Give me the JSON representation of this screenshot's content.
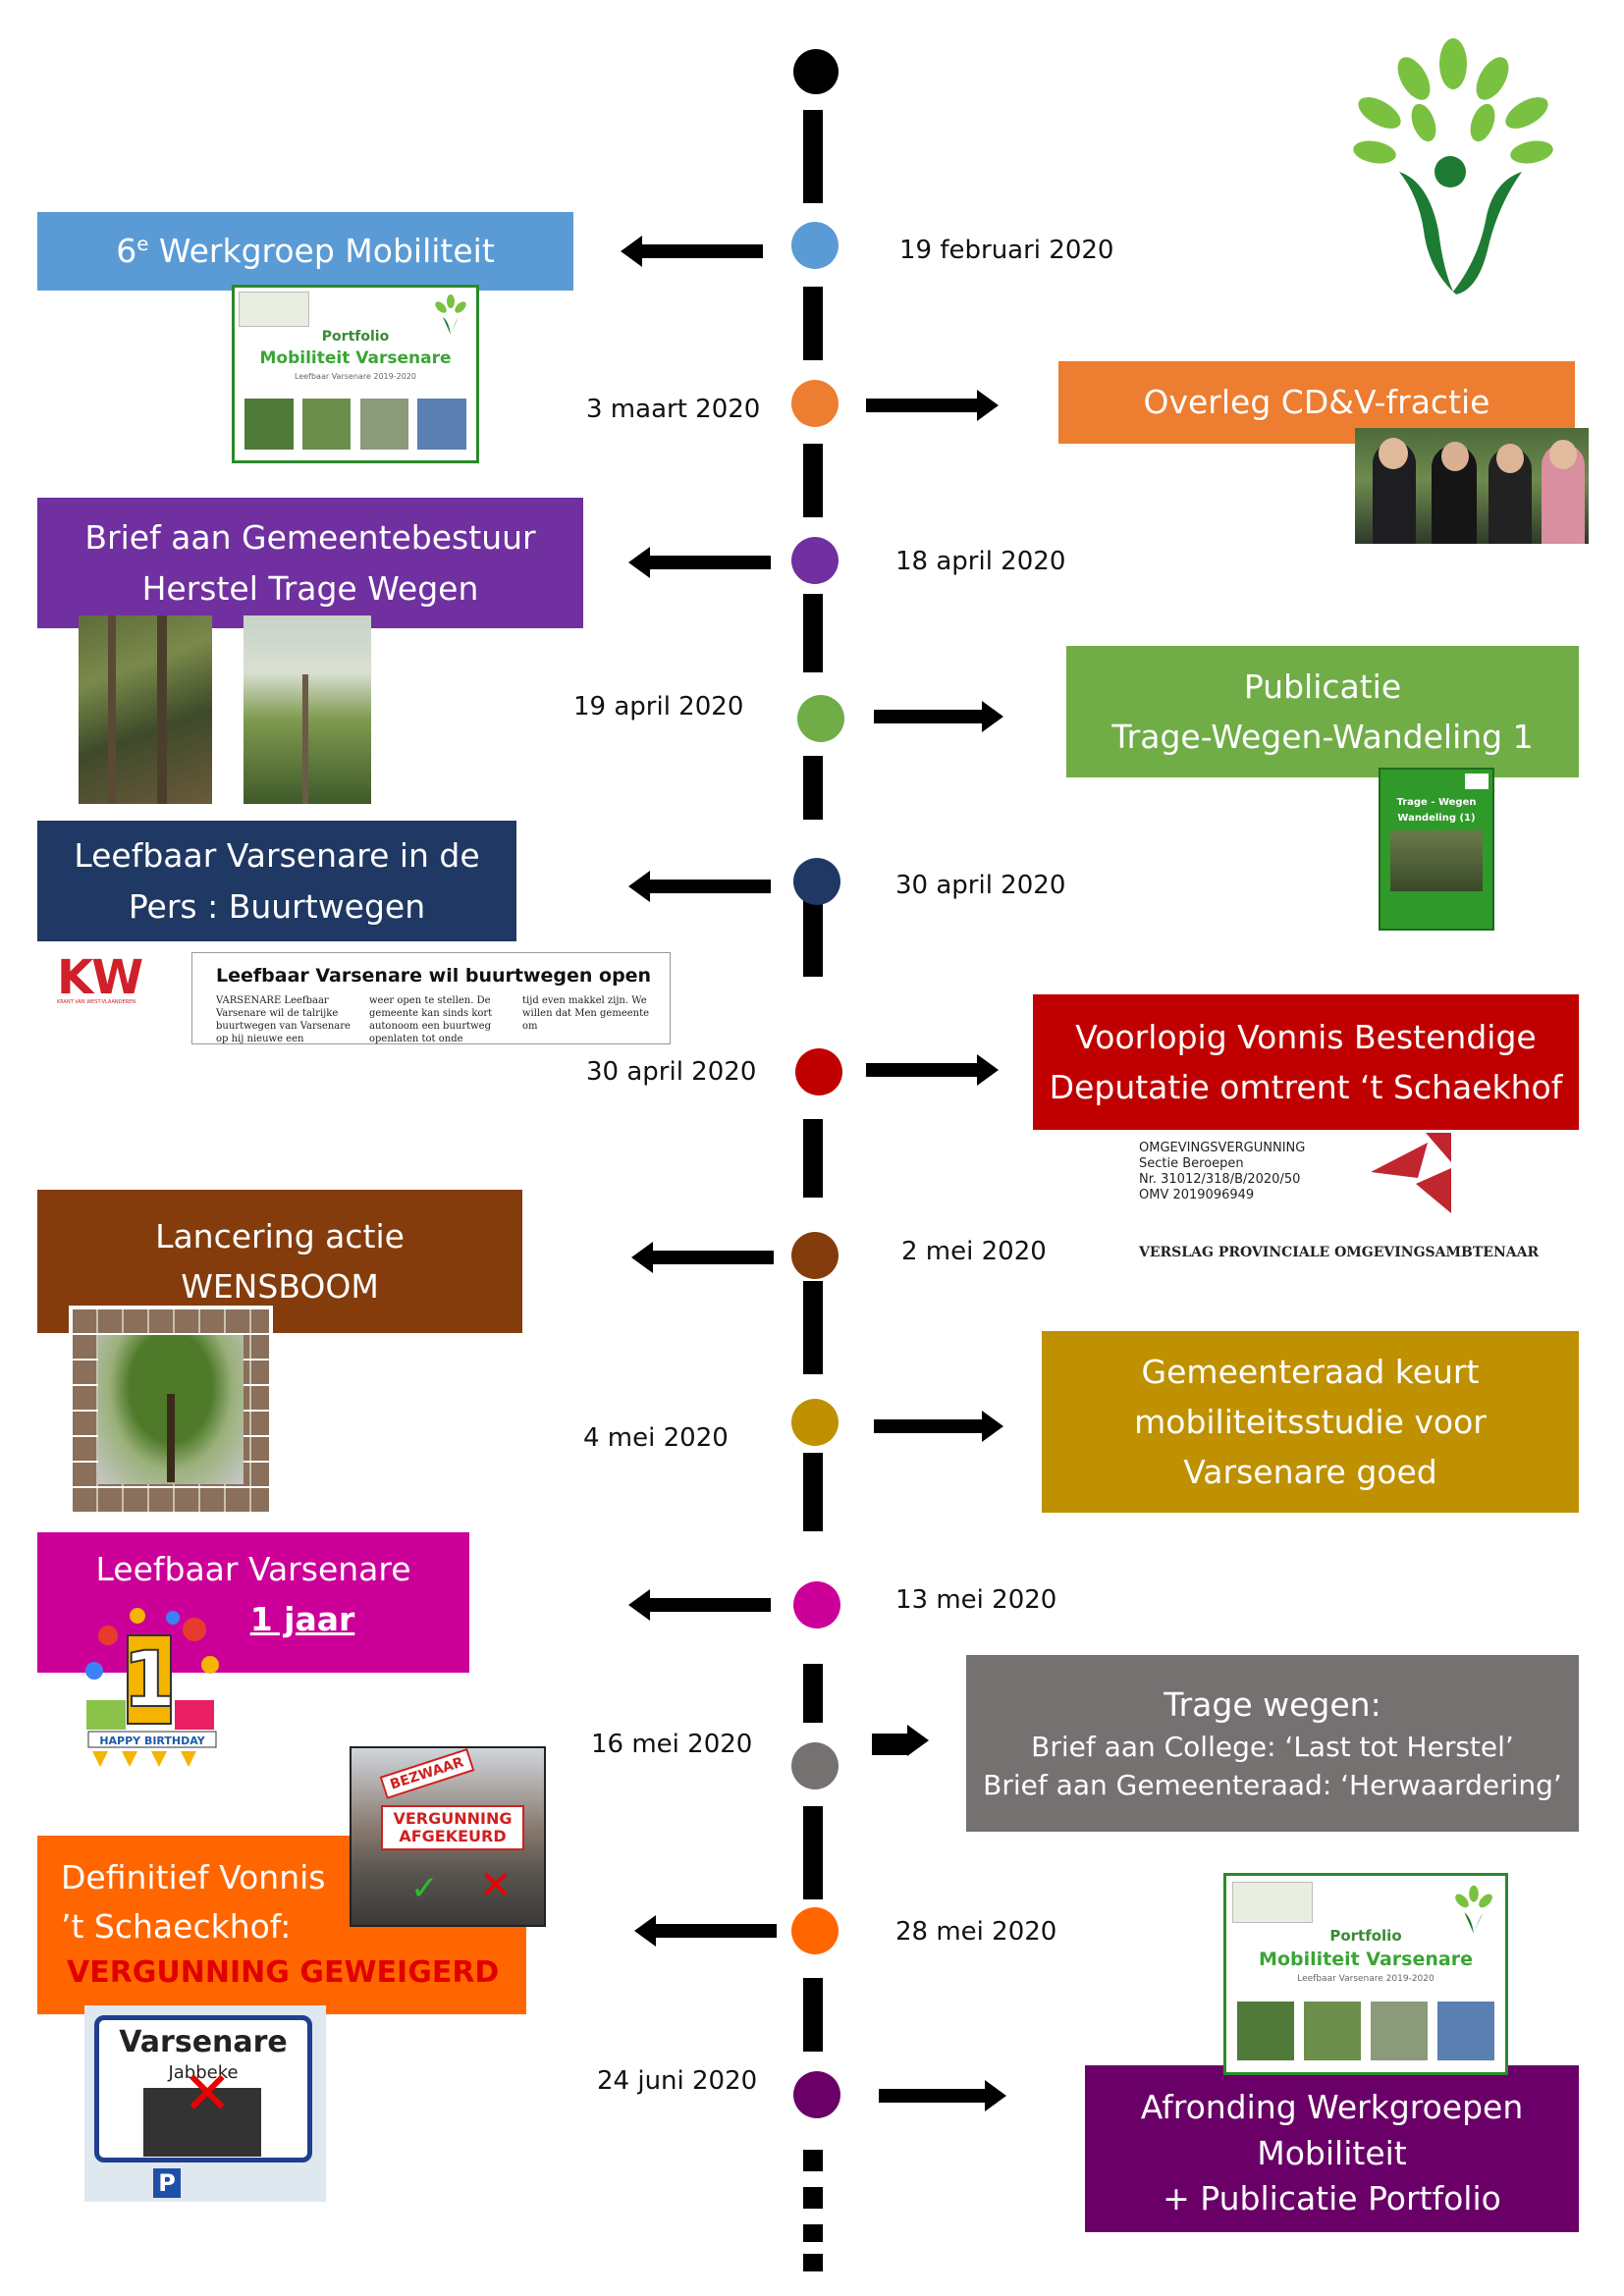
{
  "events": [
    {
      "date": "19 februari 2020",
      "lines": [
        "6e Werkgroep Mobiliteit"
      ],
      "color": "#5b9bd5"
    },
    {
      "date": "3 maart 2020",
      "lines": [
        "Overleg CD&V-fractie"
      ],
      "color": "#ed7d31"
    },
    {
      "date": "18 april 2020",
      "lines": [
        "Brief aan Gemeentebestuur",
        "Herstel Trage Wegen"
      ],
      "color": "#7030a0"
    },
    {
      "date": "19 april 2020",
      "lines": [
        "Publicatie",
        "Trage-Wegen-Wandeling 1"
      ],
      "color": "#70ad47"
    },
    {
      "date": "30 april 2020",
      "lines": [
        "Leefbaar Varsenare in de",
        "Pers : Buurtwegen"
      ],
      "color": "#1f3864"
    },
    {
      "date": "30 april 2020",
      "lines": [
        "Voorlopig Vonnis Bestendige",
        "Deputatie omtrent ‘t Schaekhof"
      ],
      "color": "#c00000"
    },
    {
      "date": "2 mei 2020",
      "lines": [
        "Lancering actie",
        "WENSBOOM"
      ],
      "color": "#843c0c"
    },
    {
      "date": "4 mei 2020",
      "lines": [
        "Gemeenteraad keurt",
        "mobiliteitsstudie voor",
        "Varsenare goed"
      ],
      "color": "#bf9000"
    },
    {
      "date": "13 mei 2020",
      "lines": [
        "Leefbaar Varsenare",
        "1 jaar"
      ],
      "color": "#cc0099"
    },
    {
      "date": "16 mei 2020",
      "lines": [
        "Trage wegen:",
        "Brief aan College: ‘Last tot Herstel’",
        "Brief aan Gemeenteraad: ‘Herwaardering’"
      ],
      "color": "#767171"
    },
    {
      "date": "28 mei 2020",
      "lines": [
        "Definitief Vonnis",
        "’t Schaeckhof:",
        "VERGUNNING GEWEIGERD"
      ],
      "color": "#ff6600"
    },
    {
      "date": "24 juni 2020",
      "lines": [
        "Afronding Werkgroepen",
        "Mobiliteit",
        "+ Publicatie Portfolio"
      ],
      "color": "#6a0067"
    }
  ],
  "portfolio": {
    "small": "Portfolio",
    "title": "Mobiliteit Varsenare",
    "subtitle": "Leefbaar Varsenare 2019-2020"
  },
  "booklet": {
    "title": "Trage - Wegen",
    "subtitle": "Wandeling (1)"
  },
  "newspaper": {
    "logo": "KW",
    "logo_sub": "KRANT VAN WEST-VLAANDEREN",
    "headline": "Leefbaar Varsenare wil buurtwegen open",
    "col1": "VARSENARE Leefbaar Varsenare wil de talrijke buurtwegen van Varsenare op hij nieuwe een",
    "col2": "weer open te stellen. De gemeente kan sinds kort autonoom een buurtweg openlaten tot onde",
    "col3": "tijd even makkel zijn. We willen dat Men gemeente om"
  },
  "permit_doc": {
    "lines": [
      "OMGEVINGSVERGUNNING",
      "Sectie Beroepen",
      "Nr. 31012/318/B/2020/50",
      "OMV 2019096949"
    ],
    "footer": "VERSLAG PROVINCIALE OMGEVINGSAMBTENAAR"
  },
  "bezwaar": {
    "stamp1": "BEZWAAR",
    "stamp2": "VERGUNNING AFGEKEURD"
  },
  "roadsign": {
    "name": "Varsenare",
    "sub": "Jabbeke",
    "p": "P"
  },
  "birthday": {
    "number": "1",
    "text": "HAPPY BIRTHDAY"
  },
  "colors": {
    "line": "#000000",
    "logo_green_dark": "#1e7b34",
    "logo_green_light": "#7ac142"
  }
}
